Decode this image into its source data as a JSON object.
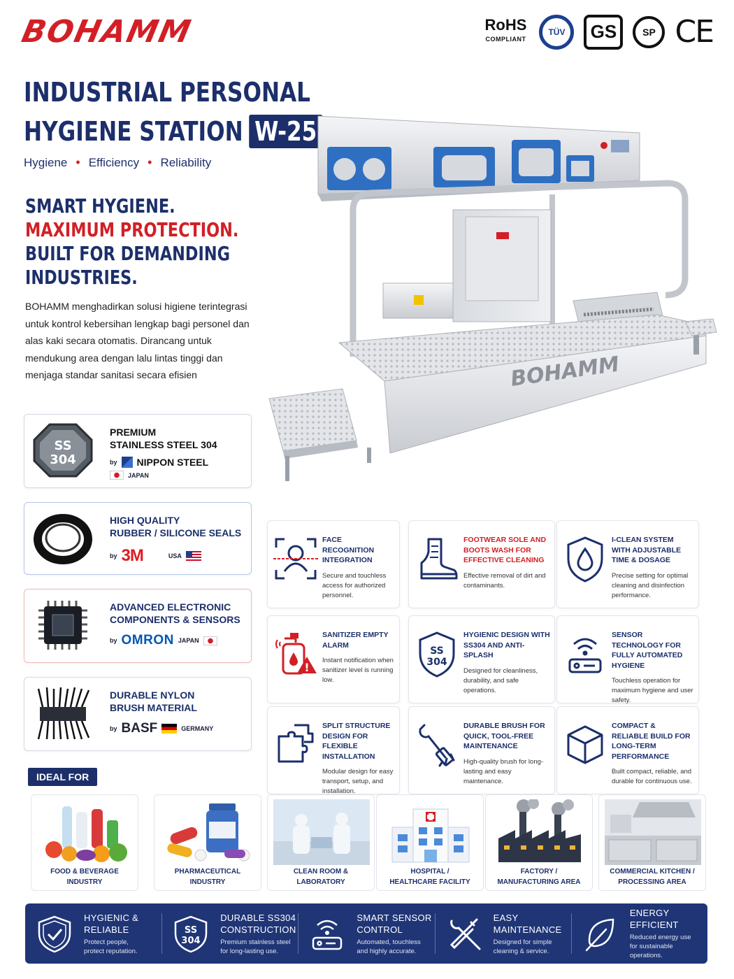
{
  "brand": {
    "logo": "BOHAMM"
  },
  "certifications": {
    "rohs": "RoHS",
    "rohs_sub": "COMPLIANT",
    "tuv": "TÜV",
    "gs": "GS",
    "csa": "SP",
    "ce": "CE"
  },
  "title": {
    "line1": "INDUSTRIAL PERSONAL",
    "line2": "HYGIENE STATION",
    "model": "W-25"
  },
  "tagline": [
    "Hygiene",
    "Efficiency",
    "Reliability"
  ],
  "headline": {
    "l1": "SMART HYGIENE.",
    "l2": "MAXIMUM PROTECTION.",
    "l3": "BUILT FOR DEMANDING",
    "l4": "INDUSTRIES."
  },
  "intro": "BOHAMM menghadirkan solusi higiene terintegrasi untuk kontrol kebersihan lengkap bagi personel dan alas kaki secara otomatis. Dirancang untuk mendukung area dengan lalu lintas tinggi dan menjaga standar sanitasi secara efisien",
  "machine": {
    "brand_mark": "BOHAMM"
  },
  "materials": [
    {
      "title": "PREMIUM",
      "title2": "STAINLESS STEEL 304",
      "icon_text": "SS",
      "icon_text2": "304",
      "by": "by",
      "brand": "NIPPON STEEL",
      "country": "JAPAN"
    },
    {
      "title": "HIGH QUALITY",
      "title2": "RUBBER / SILICONE SEALS",
      "by": "by",
      "brand": "3M",
      "country": "USA"
    },
    {
      "title": "ADVANCED ELECTRONIC",
      "title2": "COMPONENTS & SENSORS",
      "by": "by",
      "brand": "OMRON",
      "country": "JAPAN"
    },
    {
      "title": "DURABLE NYLON",
      "title2": "BRUSH MATERIAL",
      "by": "by",
      "brand": "BASF",
      "country": "GERMANY"
    }
  ],
  "features": [
    {
      "title": "FACE RECOGNITION INTEGRATION",
      "desc": "Secure and touchless access for authorized personnel."
    },
    {
      "title": "FOOTWEAR SOLE AND BOOTS WASH FOR EFFECTIVE CLEANING",
      "desc": "Effective removal of dirt and contaminants."
    },
    {
      "title": "I-CLEAN SYSTEM WITH ADJUSTABLE TIME & DOSAGE",
      "desc": "Precise setting for optimal cleaning and disinfection performance."
    },
    {
      "title": "SANITIZER EMPTY ALARM",
      "desc": "Instant notification when sanitizer level is running low."
    },
    {
      "title": "HYGIENIC DESIGN WITH SS304 AND ANTI-SPLASH",
      "desc": "Designed for cleanliness, durability, and safe operations.",
      "icon_text": "SS",
      "icon_text2": "304"
    },
    {
      "title": "SENSOR TECHNOLOGY FOR FULLY AUTOMATED HYGIENE",
      "desc": "Touchless operation for maximum hygiene and user safety."
    },
    {
      "title": "SPLIT STRUCTURE DESIGN FOR FLEXIBLE INSTALLATION",
      "desc": "Modular design for easy transport, setup, and installation."
    },
    {
      "title": "DURABLE BRUSH FOR QUICK, TOOL-FREE MAINTENANCE",
      "desc": "High-quality brush for long-lasting and easy maintenance."
    },
    {
      "title": "COMPACT & RELIABLE BUILD FOR LONG-TERM PERFORMANCE",
      "desc": "Built compact, reliable, and durable for continuous use."
    }
  ],
  "ideal": {
    "label": "IDEAL FOR",
    "items": [
      {
        "l1": "FOOD & BEVERAGE",
        "l2": "INDUSTRY"
      },
      {
        "l1": "PHARMACEUTICAL",
        "l2": "INDUSTRY"
      },
      {
        "l1": "CLEAN ROOM &",
        "l2": "LABORATORY"
      },
      {
        "l1": "HOSPITAL /",
        "l2": "HEALTHCARE FACILITY"
      },
      {
        "l1": "FACTORY /",
        "l2": "MANUFACTURING AREA"
      },
      {
        "l1": "COMMERCIAL KITCHEN /",
        "l2": "PROCESSING AREA"
      }
    ]
  },
  "banner": [
    {
      "t1": "HYGIENIC &",
      "t2": "RELIABLE",
      "d1": "Protect people,",
      "d2": "protect reputation."
    },
    {
      "t1": "DURABLE SS304",
      "t2": "CONSTRUCTION",
      "d1": "Premium stainless steel",
      "d2": "for long-lasting use.",
      "icon_text": "SS",
      "icon_text2": "304"
    },
    {
      "t1": "SMART SENSOR",
      "t2": "CONTROL",
      "d1": "Automated, touchless",
      "d2": "and highly accurate."
    },
    {
      "t1": "EASY",
      "t2": "MAINTENANCE",
      "d1": "Designed for simple",
      "d2": "cleaning & service."
    },
    {
      "t1": "ENERGY",
      "t2": "EFFICIENT",
      "d1": "Reduced energy use",
      "d2": "for sustainable operations."
    }
  ],
  "colors": {
    "navy": "#1c2f6b",
    "red": "#d21f26",
    "banner": "#1f3576"
  }
}
